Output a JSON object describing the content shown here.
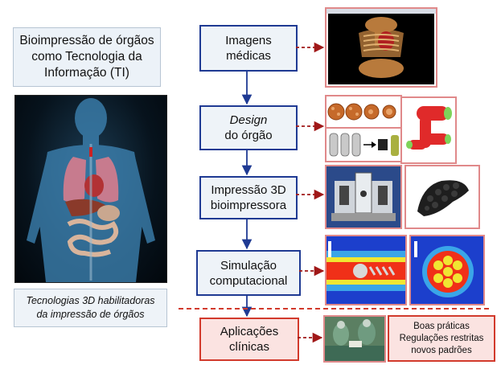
{
  "title": "Bioimpressão de órgãos\ncomo Tecnologia da\nInformação (TI)",
  "caption": "Tecnologias 3D habilitadoras\nda impressão de órgãos",
  "steps": {
    "medical": "Imagens\nmédicas",
    "design_italic": "Design",
    "design_rest": "do órgão",
    "printing": "Impressão 3D\nbioimpressora",
    "simulation": "Simulação\ncomputacional"
  },
  "applications": "Aplicações\nclínicas",
  "practices": "Boas práticas\nRegulações restritas\nnovos padrões",
  "colors": {
    "step_border": "#1f3a93",
    "flow_arrow": "#1f3a93",
    "dashed_link": "#a01818",
    "app_border": "#d23a2c",
    "app_fill": "#fbe3e1",
    "box_fill": "#eef3f8"
  }
}
